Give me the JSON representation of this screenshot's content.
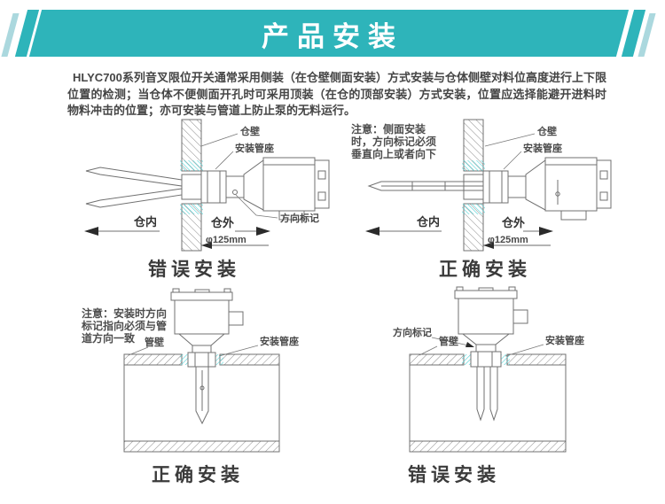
{
  "header": {
    "title": "产品安装"
  },
  "colors": {
    "banner_teal": "#2eb4ba",
    "stripe_light": "#abd8de",
    "highlight_cyan": "#5ad6d9",
    "line_gray": "#707070"
  },
  "intro": {
    "text": "HLYC700系列音叉限位开关通常采用侧装（在仓壁侧面安装）方式安装与仓体侧壁对料位高度进行上下限位置的检测；当仓体不便侧面开孔时可采用顶装（在仓的顶部安装）方式安装，位置应选择能避开进料时物料冲击的位置；亦可安装与管道上防止泵的无料运行。"
  },
  "diagrams": {
    "top_left": {
      "caption": "错误安装",
      "labels": {
        "wall": "仓壁",
        "mount": "安装管座",
        "direction_mark": "方向标记",
        "inside": "仓内",
        "outside": "仓外",
        "dimension": "φ125mm"
      }
    },
    "top_right": {
      "caption": "正确安装",
      "note_lines": [
        "注意：侧面安装",
        "时，方向标记必须",
        "垂直向上或者向下"
      ],
      "labels": {
        "wall": "仓壁",
        "mount": "安装管座",
        "inside": "仓内",
        "outside": "仓外",
        "dimension": "φ125mm"
      }
    },
    "bottom_left": {
      "caption": "正确安装",
      "note_lines": [
        "注意：安装时方向",
        "标记指向必须与管",
        "道方向一致"
      ],
      "labels": {
        "pipe_wall": "管壁",
        "mount": "安装管座"
      }
    },
    "bottom_right": {
      "caption": "错误安装",
      "labels": {
        "direction_mark": "方向标记",
        "pipe_wall": "管壁",
        "mount": "安装管座"
      }
    }
  }
}
